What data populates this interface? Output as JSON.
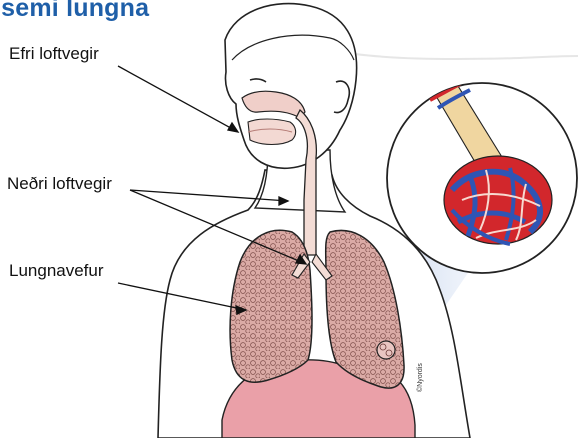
{
  "title": "isemi lungna",
  "labels": {
    "upper_airways": "Efri loftvegir",
    "lower_airways": "Neðri loftvegir",
    "lung_tissue": "Lungnavefur"
  },
  "credit": "©Nyordis",
  "colors": {
    "title": "#1f5fa8",
    "lung_tissue": "#d9a9a4",
    "trachea": "#f3dcd5",
    "diaphragm": "#eaa0a8",
    "vessel_red": "#d2272c",
    "vessel_blue": "#2f55b4",
    "bronchiole": "#f0d6a0",
    "zoom_beam": "#dde6f4"
  }
}
